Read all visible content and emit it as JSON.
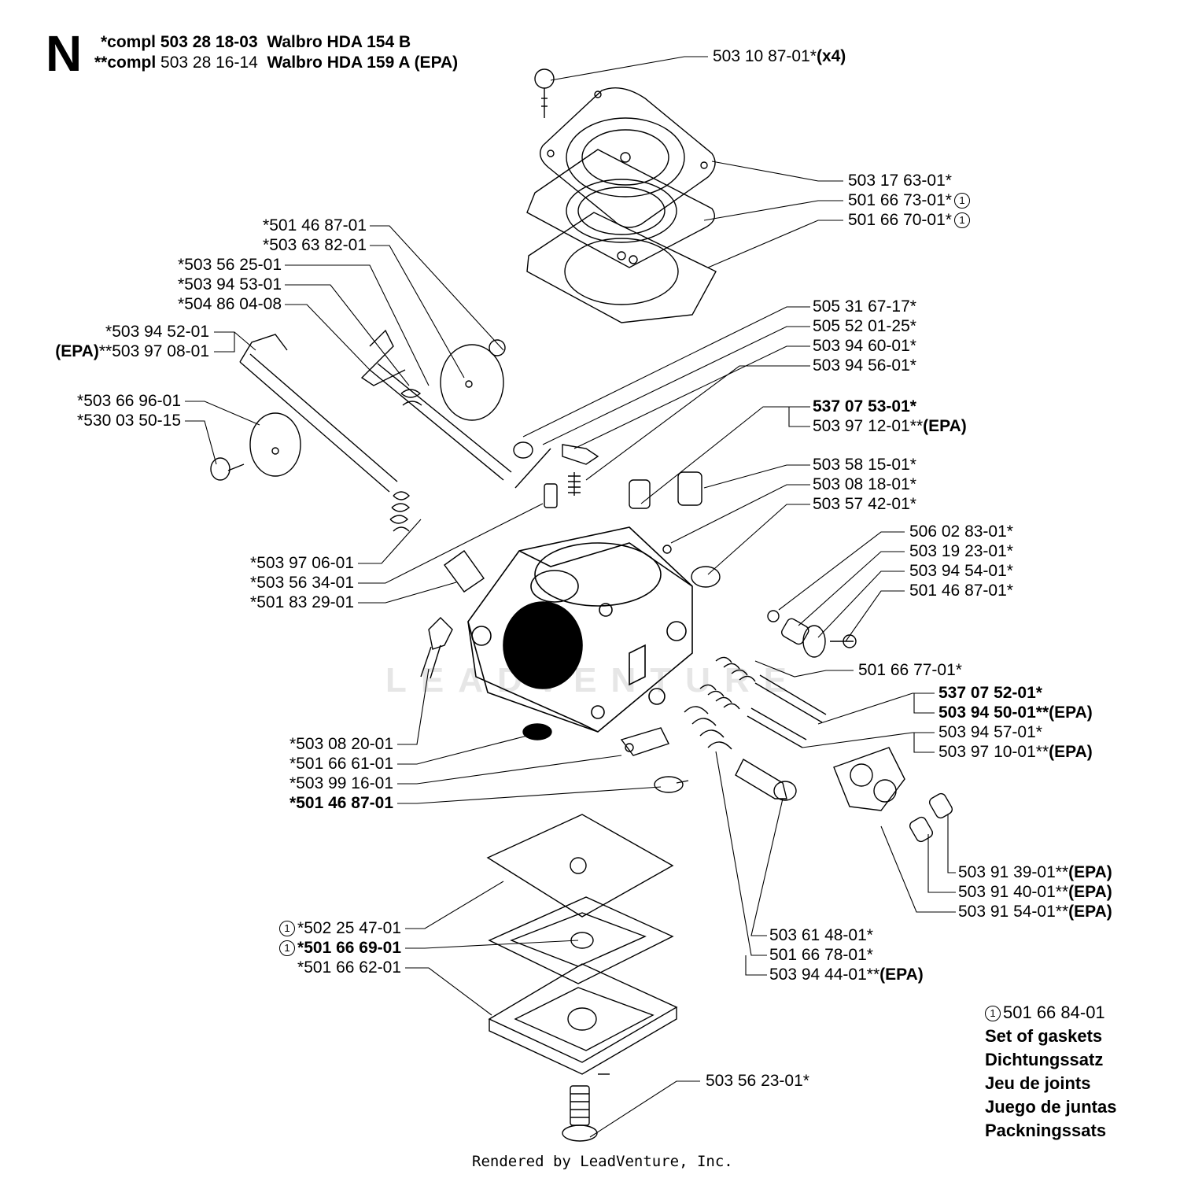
{
  "header": {
    "letter": "N",
    "line1": {
      "prefix": "*compl",
      "part": "503 28 18-03",
      "model": "Walbro HDA 154 B"
    },
    "line2": {
      "prefix": "**compl",
      "part": "503 28 16-14",
      "model": "Walbro HDA 159 A (EPA)"
    }
  },
  "watermark": "LEADVENTURE",
  "callouts": {
    "c01": {
      "a": "503 10 87-01*",
      "b": "(x4)"
    },
    "c02": "503 17 63-01*",
    "c03": "501 66 73-01*",
    "c04": "501 66 70-01*",
    "c05": "505 31 67-17*",
    "c06": "505 52 01-25*",
    "c07": "503 94 60-01*",
    "c08": "503 94 56-01*",
    "c09": "537 07 53-01*",
    "c10": {
      "a": "503 97 12-01**",
      "b": "(EPA)"
    },
    "c11": "503 58 15-01*",
    "c12": "503 08 18-01*",
    "c13": "503 57 42-01*",
    "c14": "506 02 83-01*",
    "c15": "503 19 23-01*",
    "c16": "503 94 54-01*",
    "c17": "501 46 87-01*",
    "c18": "501 66 77-01*",
    "c19": "537 07 52-01*",
    "c20": {
      "a": "503 94 50-01**",
      "b": "(EPA)"
    },
    "c21": "503 94 57-01*",
    "c22": {
      "a": "503 97 10-01**",
      "b": "(EPA)"
    },
    "c23": {
      "a": "503 91 39-01**",
      "b": "(EPA)"
    },
    "c24": {
      "a": "503 91 40-01**",
      "b": "(EPA)"
    },
    "c25": {
      "a": "503 91 54-01**",
      "b": "(EPA)"
    },
    "c26": "503 61 48-01*",
    "c27": "501 66 78-01*",
    "c28": {
      "a": "503 94 44-01**",
      "b": "(EPA)"
    },
    "c29": "503 56 23-01*",
    "c30": "*501 46 87-01",
    "c31": "*503 63 82-01",
    "c32": "*503 56 25-01",
    "c33": "*503 94 53-01",
    "c34": "*504 86 04-08",
    "c35": "*503 94 52-01",
    "c36": {
      "a": "(EPA)",
      "b": "**503 97 08-01"
    },
    "c37": "*503 66 96-01",
    "c38": "*530 03 50-15",
    "c39": "*503 97 06-01",
    "c40": "*503 56 34-01",
    "c41": "*501 83 29-01",
    "c42": "*503 08 20-01",
    "c43": "*501 66 61-01",
    "c44": "*503 99 16-01",
    "c45": "*501 46 87-01",
    "c46": "*502 25 47-01",
    "c47": "*501 66 69-01",
    "c48": "*501 66 62-01"
  },
  "ring_mark": "1",
  "gasket_set": {
    "part": "501 66 84-01",
    "lines": [
      "Set of gaskets",
      "Dichtungssatz",
      "Jeu de joints",
      "Juego de juntas",
      "Packningssats"
    ]
  },
  "credit": "Rendered by LeadVenture, Inc."
}
